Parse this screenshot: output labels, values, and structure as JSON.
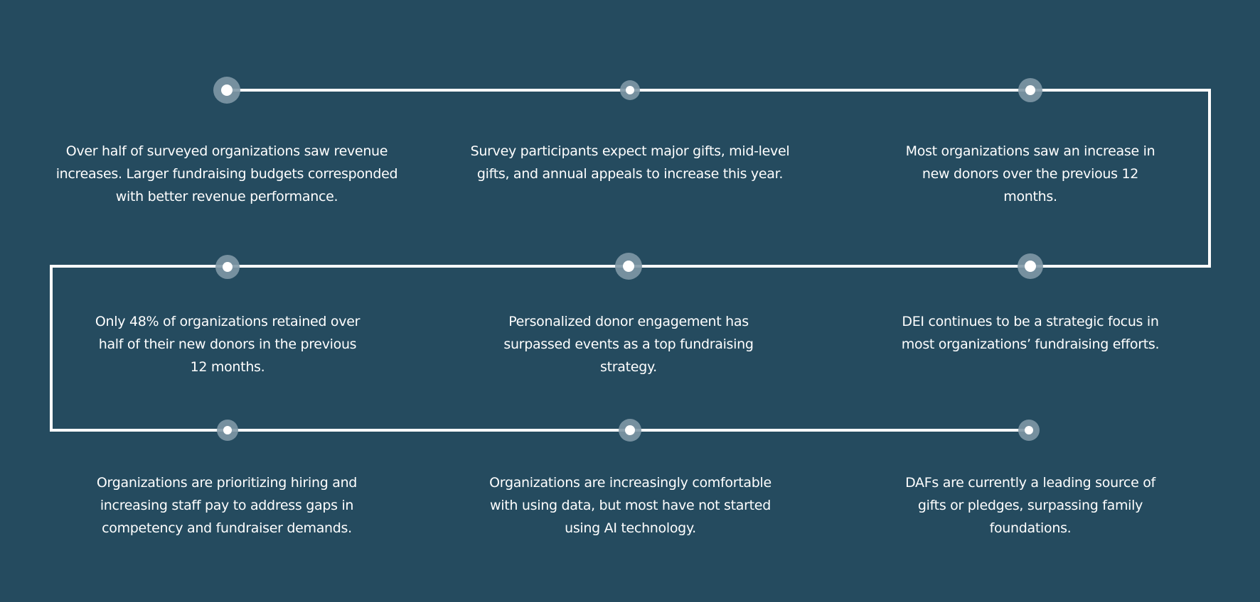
{
  "findings": [
    {
      "text": "Over half of surveyed organizations saw revenue increases. Larger fundraising budgets corresponded with better revenue performance."
    },
    {
      "text": "Survey participants expect major gifts, mid-level gifts, and annual appeals to increase this year."
    },
    {
      "text": "Most organizations saw an increase in new donors over the previous 12 months."
    },
    {
      "text": "Only 48% of organizations retained over half of their new donors in the previous 12 months."
    },
    {
      "text": "Personalized donor engagement has surpassed events as a top fundraising strategy."
    },
    {
      "text": "DEI continues to be a strategic focus in most organizations’ fundraising efforts."
    },
    {
      "text": "Organizations are prioritizing hiring and increasing staff pay to address gaps in competency and fundraiser demands."
    },
    {
      "text": "Organizations are increasingly comfortable with using data, but most have not started using AI technology."
    },
    {
      "text": "DAFs are currently a leading source of gifts or pledges, surpassing family foundations."
    }
  ],
  "colors": {
    "background": "#254b5f",
    "line": "#ffffff",
    "node_halo": "#7f98a6",
    "text": "#ffffff"
  }
}
